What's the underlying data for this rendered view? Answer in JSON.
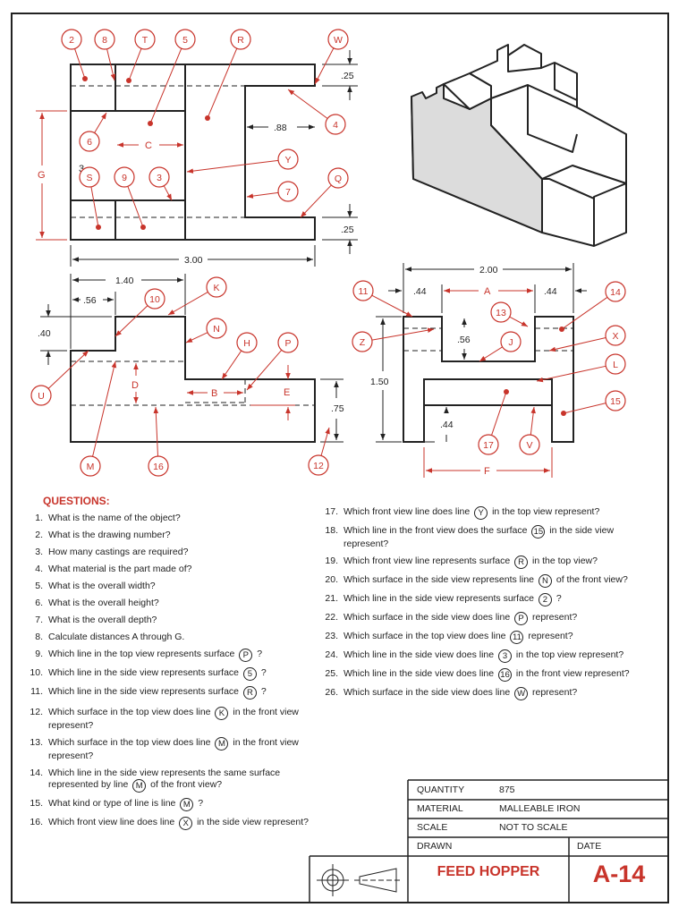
{
  "colors": {
    "accent": "#c8342b",
    "line": "#222222",
    "shade": "#d9d9d9"
  },
  "top_view": {
    "balloons": [
      "2",
      "8",
      "T",
      "5",
      "R",
      "W",
      "4",
      "6",
      "Y",
      "7",
      "Q",
      "S",
      "9",
      "3"
    ],
    "dims": {
      "height_top": ".25",
      "gap": ".88",
      "c": "C",
      "g": "G",
      "height_bottom": ".25",
      "width": "3.00"
    },
    "stray_text": "3"
  },
  "front_view": {
    "balloons": [
      "10",
      "K",
      "N",
      "H",
      "P",
      "U",
      "M",
      "16",
      "12"
    ],
    "dims": {
      "x140": "1.40",
      "x56": ".56",
      "y40": ".40",
      "d": "D",
      "b": "B",
      "e": "E",
      "y75": ".75"
    }
  },
  "side_view": {
    "balloons": [
      "11",
      "14",
      "13",
      "Z",
      "J",
      "X",
      "L",
      "15",
      "17",
      "V"
    ],
    "dims": {
      "width": "2.00",
      "left44": ".44",
      "a": "A",
      "right44": ".44",
      "y56": ".56",
      "height": "1.50",
      "y44": ".44",
      "f": "F"
    }
  },
  "questions_title": "QUESTIONS:",
  "questions_left": [
    {
      "n": "1.",
      "parts": [
        "What is the name of the object?"
      ]
    },
    {
      "n": "2.",
      "parts": [
        "What is the drawing number?"
      ]
    },
    {
      "n": "3.",
      "parts": [
        "How many castings are required?"
      ]
    },
    {
      "n": "4.",
      "parts": [
        "What material is the part made of?"
      ]
    },
    {
      "n": "5.",
      "parts": [
        "What is the overall width?"
      ]
    },
    {
      "n": "6.",
      "parts": [
        "What is the overall height?"
      ]
    },
    {
      "n": "7.",
      "parts": [
        "What is the overall depth?"
      ]
    },
    {
      "n": "8.",
      "parts": [
        "Calculate distances A through G."
      ]
    },
    {
      "n": "9.",
      "parts": [
        "Which line in the top view represents surface",
        "P",
        "?"
      ]
    },
    {
      "n": "10.",
      "parts": [
        "Which line in the side view represents surface",
        "5",
        "?"
      ]
    },
    {
      "n": "11.",
      "parts": [
        "Which line in the side view represents surface",
        "R",
        "?"
      ]
    },
    {
      "n": "12.",
      "parts": [
        "Which surface in the top view does line",
        "K",
        "in the front view represent?"
      ]
    },
    {
      "n": "13.",
      "parts": [
        "Which surface in the top view does line",
        "M",
        "in the front view represent?"
      ]
    },
    {
      "n": "14.",
      "parts": [
        "Which line in the side view represents the same surface represented by line",
        "M",
        "of the front view?"
      ]
    },
    {
      "n": "15.",
      "parts": [
        "What kind or type of line is line",
        "M",
        "?"
      ]
    },
    {
      "n": "16.",
      "parts": [
        "Which front view line does line",
        "X",
        "in the side view represent?"
      ]
    }
  ],
  "questions_right": [
    {
      "n": "17.",
      "parts": [
        "Which front view line does line",
        "Y",
        "in the top view represent?"
      ]
    },
    {
      "n": "18.",
      "parts": [
        "Which line in the front view does the surface",
        "15",
        "in the side view represent?"
      ]
    },
    {
      "n": "19.",
      "parts": [
        "Which front view line represents surface",
        "R",
        "in the top view?"
      ]
    },
    {
      "n": "20.",
      "parts": [
        "Which surface in the side view represents line",
        "N",
        "of the front view?"
      ]
    },
    {
      "n": "21.",
      "parts": [
        "Which line in the side view represents surface",
        "2",
        "?"
      ]
    },
    {
      "n": "22.",
      "parts": [
        "Which surface in the side view does line",
        "P",
        "represent?"
      ]
    },
    {
      "n": "23.",
      "parts": [
        "Which surface in the top view does line",
        "11",
        "represent?"
      ]
    },
    {
      "n": "24.",
      "parts": [
        "Which line in the side view does line",
        "3",
        "in the top view represent?"
      ]
    },
    {
      "n": "25.",
      "parts": [
        "Which line in the side view does line",
        "16",
        "in the front view represent?"
      ]
    },
    {
      "n": "26.",
      "parts": [
        "Which surface in the side view does line",
        "W",
        "represent?"
      ]
    }
  ],
  "title_block": {
    "quantity_label": "QUANTITY",
    "quantity_value": "875",
    "material_label": "MATERIAL",
    "material_value": "MALLEABLE IRON",
    "scale_label": "SCALE",
    "scale_value": "NOT TO SCALE",
    "drawn_label": "DRAWN",
    "date_label": "DATE",
    "part_name": "FEED HOPPER",
    "drawing_number": "A-14"
  }
}
